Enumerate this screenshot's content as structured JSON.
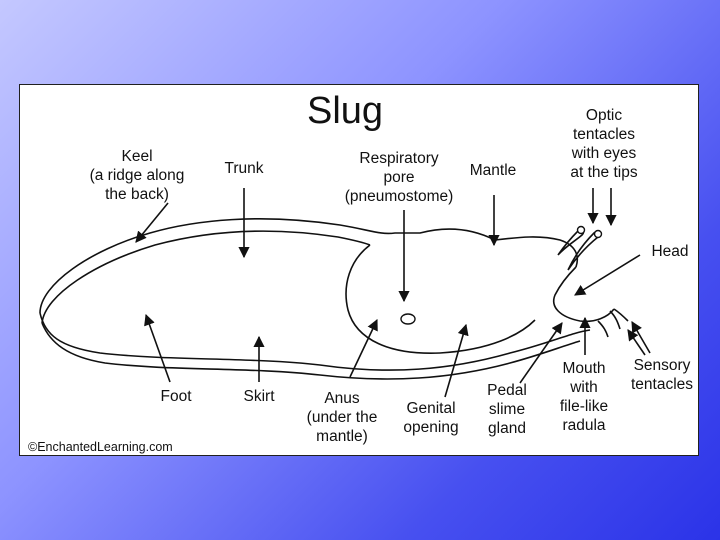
{
  "diagram": {
    "title": "Slug",
    "credit": "©EnchantedLearning.com",
    "labels": {
      "keel": [
        "Keel",
        "(a ridge along",
        "the back)"
      ],
      "trunk": [
        "Trunk"
      ],
      "respiratory_pore": [
        "Respiratory",
        "pore",
        "(pneumostome)"
      ],
      "mantle": [
        "Mantle"
      ],
      "optic_tentacles": [
        "Optic",
        "tentacles",
        "with eyes",
        "at the tips"
      ],
      "head": [
        "Head"
      ],
      "foot": [
        "Foot"
      ],
      "skirt": [
        "Skirt"
      ],
      "anus": [
        "Anus",
        "(under the",
        "mantle)"
      ],
      "genital_opening": [
        "Genital",
        "opening"
      ],
      "pedal_slime_gland": [
        "Pedal",
        "slime",
        "gland"
      ],
      "mouth": [
        "Mouth",
        "with",
        "file-like",
        "radula"
      ],
      "sensory_tentacles": [
        "Sensory",
        "tentacles"
      ]
    }
  }
}
